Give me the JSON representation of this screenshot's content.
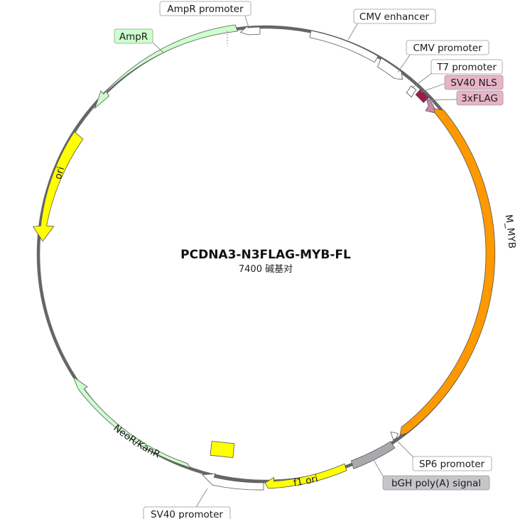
{
  "plasmid": {
    "name": "PCDNA3-N3FLAG-MYB-FL",
    "length_label": "7400 碱基对"
  },
  "features": [
    {
      "id": "cmv-enhancer",
      "label": "CMV enhancer",
      "color": "#ffffff",
      "direction": "forward"
    },
    {
      "id": "cmv-promoter",
      "label": "CMV promoter",
      "color": "#ffffff",
      "direction": "forward"
    },
    {
      "id": "t7-promoter",
      "label": "T7 promoter",
      "color": "#ffffff",
      "direction": "forward"
    },
    {
      "id": "sv40-nls",
      "label": "SV40 NLS",
      "color": "#9b1b4a",
      "direction": "forward"
    },
    {
      "id": "3xflag",
      "label": "3xFLAG",
      "color": "#cc88aa",
      "direction": "forward"
    },
    {
      "id": "m-myb",
      "label": "M_MYB",
      "color": "#ff9900",
      "direction": "forward"
    },
    {
      "id": "sp6-promoter",
      "label": "SP6 promoter",
      "color": "#ffffff",
      "direction": "reverse"
    },
    {
      "id": "bgh-polya",
      "label": "bGH poly(A) signal",
      "color": "#a8aaad",
      "direction": "none"
    },
    {
      "id": "f1-ori",
      "label": "f1 ori",
      "color": "#ffff00",
      "direction": "reverse"
    },
    {
      "id": "sv40-promoter",
      "label": "SV40 promoter",
      "color": "#ffffff",
      "direction": "reverse"
    },
    {
      "id": "neor-kanr",
      "label": "NeoR/KanR",
      "color": "#ccffcc",
      "direction": "reverse"
    },
    {
      "id": "ori",
      "label": "ori",
      "color": "#ffff00",
      "direction": "reverse"
    },
    {
      "id": "ampr",
      "label": "AmpR",
      "color": "#ccffcc",
      "direction": "reverse"
    },
    {
      "id": "ampr-promoter",
      "label": "AmpR promoter",
      "color": "#ffffff",
      "direction": "reverse"
    }
  ],
  "colors": {
    "backbone": "#666666",
    "outline": "#555555"
  }
}
